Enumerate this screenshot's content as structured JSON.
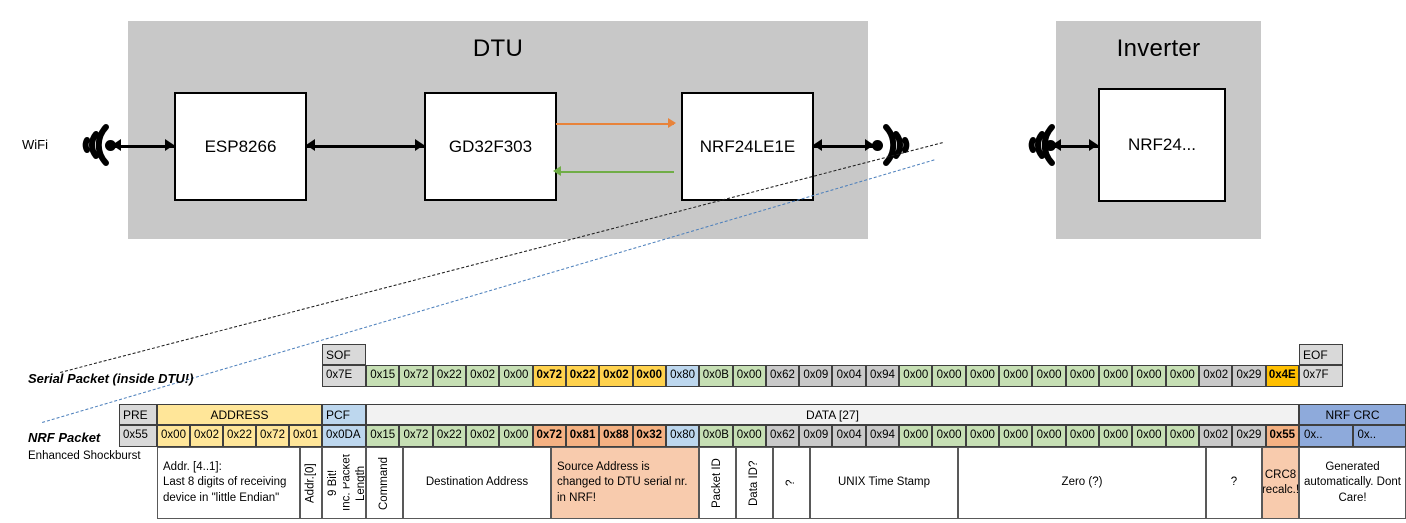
{
  "diagram": {
    "dtu": {
      "title": "DTU",
      "chips": [
        {
          "label": "ESP8266"
        },
        {
          "label": "GD32F303"
        },
        {
          "label": "NRF24LE1E"
        }
      ],
      "wifi_label": "WiFi"
    },
    "inverter": {
      "title": "Inverter",
      "chips": [
        {
          "label": "NRF24..."
        }
      ]
    },
    "colors": {
      "enclosure": "#c8c8c8",
      "tx_arrow": "#e8833a",
      "rx_arrow": "#70ad47",
      "link": "#000000"
    }
  },
  "serial_packet": {
    "row_label": "Serial Packet (inside DTU!)",
    "sof_header": "SOF",
    "sof_value": "0x7E",
    "eof_header": "EOF",
    "eof_value": "0x7F",
    "bytes": [
      {
        "v": "0x15",
        "fill": "c-green",
        "bold": false
      },
      {
        "v": "0x72",
        "fill": "c-green",
        "bold": false
      },
      {
        "v": "0x22",
        "fill": "c-green",
        "bold": false
      },
      {
        "v": "0x02",
        "fill": "c-green",
        "bold": false
      },
      {
        "v": "0x00",
        "fill": "c-green",
        "bold": false
      },
      {
        "v": "0x72",
        "fill": "c-yellow",
        "bold": true
      },
      {
        "v": "0x22",
        "fill": "c-yellow",
        "bold": true
      },
      {
        "v": "0x02",
        "fill": "c-yellow",
        "bold": true
      },
      {
        "v": "0x00",
        "fill": "c-yellow",
        "bold": true
      },
      {
        "v": "0x80",
        "fill": "c-blue",
        "bold": false
      },
      {
        "v": "0x0B",
        "fill": "c-green",
        "bold": false
      },
      {
        "v": "0x00",
        "fill": "c-green",
        "bold": false
      },
      {
        "v": "0x62",
        "fill": "c-greyv",
        "bold": false
      },
      {
        "v": "0x09",
        "fill": "c-greyv",
        "bold": false
      },
      {
        "v": "0x04",
        "fill": "c-greyv",
        "bold": false
      },
      {
        "v": "0x94",
        "fill": "c-greyv",
        "bold": false
      },
      {
        "v": "0x00",
        "fill": "c-green",
        "bold": false
      },
      {
        "v": "0x00",
        "fill": "c-green",
        "bold": false
      },
      {
        "v": "0x00",
        "fill": "c-green",
        "bold": false
      },
      {
        "v": "0x00",
        "fill": "c-green",
        "bold": false
      },
      {
        "v": "0x00",
        "fill": "c-green",
        "bold": false
      },
      {
        "v": "0x00",
        "fill": "c-green",
        "bold": false
      },
      {
        "v": "0x00",
        "fill": "c-green",
        "bold": false
      },
      {
        "v": "0x00",
        "fill": "c-green",
        "bold": false
      },
      {
        "v": "0x00",
        "fill": "c-green",
        "bold": false
      },
      {
        "v": "0x02",
        "fill": "c-greyv",
        "bold": false
      },
      {
        "v": "0x29",
        "fill": "c-greyv",
        "bold": false
      },
      {
        "v": "0x4E",
        "fill": "c-orange",
        "bold": true
      }
    ]
  },
  "nrf_packet": {
    "row_label": "NRF Packet",
    "sub_label": "Enhanced Shockburst",
    "headers": {
      "pre": "PRE",
      "address": "ADDRESS",
      "pcf": "PCF",
      "data": "DATA [27]",
      "crc": "NRF CRC"
    },
    "pre_value": "0x55",
    "address_values": [
      "0x00",
      "0x02",
      "0x22",
      "0x72",
      "0x01"
    ],
    "pcf_value": "0x0DA",
    "crc_values": [
      "0x..",
      "0x.."
    ],
    "bytes": [
      {
        "v": "0x15",
        "fill": "c-green",
        "bold": false
      },
      {
        "v": "0x72",
        "fill": "c-green",
        "bold": false
      },
      {
        "v": "0x22",
        "fill": "c-green",
        "bold": false
      },
      {
        "v": "0x02",
        "fill": "c-green",
        "bold": false
      },
      {
        "v": "0x00",
        "fill": "c-green",
        "bold": false
      },
      {
        "v": "0x72",
        "fill": "c-salmon",
        "bold": true
      },
      {
        "v": "0x81",
        "fill": "c-salmon",
        "bold": true
      },
      {
        "v": "0x88",
        "fill": "c-salmon",
        "bold": true
      },
      {
        "v": "0x32",
        "fill": "c-salmon",
        "bold": true
      },
      {
        "v": "0x80",
        "fill": "c-blue",
        "bold": false
      },
      {
        "v": "0x0B",
        "fill": "c-green",
        "bold": false
      },
      {
        "v": "0x00",
        "fill": "c-green",
        "bold": false
      },
      {
        "v": "0x62",
        "fill": "c-greyv",
        "bold": false
      },
      {
        "v": "0x09",
        "fill": "c-greyv",
        "bold": false
      },
      {
        "v": "0x04",
        "fill": "c-greyv",
        "bold": false
      },
      {
        "v": "0x94",
        "fill": "c-greyv",
        "bold": false
      },
      {
        "v": "0x00",
        "fill": "c-green",
        "bold": false
      },
      {
        "v": "0x00",
        "fill": "c-green",
        "bold": false
      },
      {
        "v": "0x00",
        "fill": "c-green",
        "bold": false
      },
      {
        "v": "0x00",
        "fill": "c-green",
        "bold": false
      },
      {
        "v": "0x00",
        "fill": "c-green",
        "bold": false
      },
      {
        "v": "0x00",
        "fill": "c-green",
        "bold": false
      },
      {
        "v": "0x00",
        "fill": "c-green",
        "bold": false
      },
      {
        "v": "0x00",
        "fill": "c-green",
        "bold": false
      },
      {
        "v": "0x00",
        "fill": "c-green",
        "bold": false
      },
      {
        "v": "0x02",
        "fill": "c-greyv",
        "bold": false
      },
      {
        "v": "0x29",
        "fill": "c-greyv",
        "bold": false
      },
      {
        "v": "0x55",
        "fill": "c-salmon",
        "bold": true
      }
    ]
  },
  "annotations": {
    "address_note": "Addr. [4..1]:\nLast 8 digits of receiving device in \"little Endian\"",
    "addr0": "Addr.[0]",
    "packet_length": "9 Bit!",
    "packet_length2": "Inc. Packet Length",
    "command": "Command",
    "destination_address": "Destination Address",
    "source_address_note": "Source Address is changed to DTU serial nr. in NRF!",
    "packet_id": "Packet ID",
    "data_id": "Data ID?",
    "unknown1": "?",
    "unix_time_stamp": "UNIX Time Stamp",
    "zero": "Zero (?)",
    "unknown2": "?",
    "crc8": "CRC8 recalc.!",
    "nrf_crc_note": "Generated automatically. Dont Care!"
  }
}
